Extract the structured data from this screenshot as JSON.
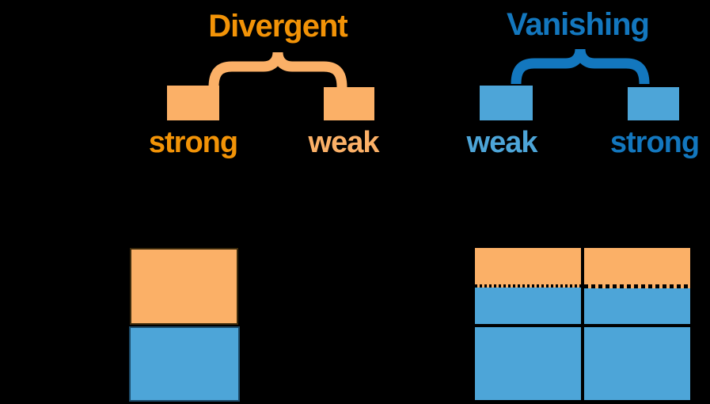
{
  "diagram": {
    "divergent": {
      "title": "Divergent",
      "left_label": "strong",
      "right_label": "weak"
    },
    "vanishing": {
      "title": "Vanishing",
      "left_label": "weak",
      "right_label": "strong"
    },
    "colors": {
      "background": "#000000",
      "orange_dark": "#F29307",
      "orange_light": "#FBB067",
      "blue_dark": "#1377BE",
      "blue_medium": "#4DA5D8",
      "grid_line": "#000000"
    },
    "bottom_left_chart": {
      "blocks": [
        {
          "position": "top",
          "color": "orange_light"
        },
        {
          "position": "bottom",
          "color": "blue_medium"
        }
      ]
    },
    "bottom_right_chart": {
      "rows": 2,
      "cols": 2,
      "top_row_cells": "orange over blue with dotted black threshold line",
      "bottom_row_cells": "blue",
      "dotted_line_style_left": "fine dots",
      "dotted_line_style_right": "coarse dots"
    }
  }
}
